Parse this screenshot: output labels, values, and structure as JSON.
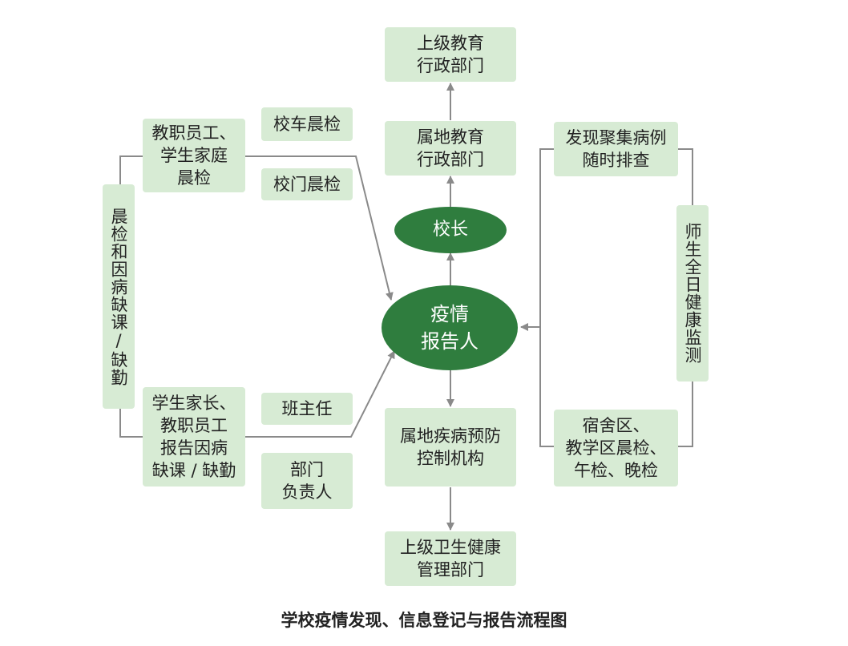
{
  "nodes": {
    "upper_edu": "上级教育\n行政部门",
    "local_edu": "属地教育\n行政部门",
    "principal": "校长",
    "reporter": "疫情\n报告人",
    "local_cdc": "属地疾病预防\n控制机构",
    "upper_health": "上级卫生健康\n管理部门",
    "staff_parent_check": "教职员工、\n学生家庭\n晨检",
    "bus_check": "校车晨检",
    "gate_check": "校门晨检",
    "parent_report": "学生家长、\n教职员工\n报告因病\n缺课 / 缺勤",
    "head_teacher": "班主任",
    "dept_head": "部门\n负责人",
    "left_vertical": "晨检和因病缺课/缺勤",
    "cluster_check": "发现聚集病例\n随时排查",
    "dorm_check": "宿舍区、\n教学区晨检、\n午检、晚检",
    "right_vertical": "师生全日健康监测"
  },
  "caption": "学校疫情发现、信息登记与报告流程图",
  "colors": {
    "box_fill": "#d7ebd4",
    "ellipse_fill": "#2f7d3e",
    "line": "#8a8a8a"
  }
}
